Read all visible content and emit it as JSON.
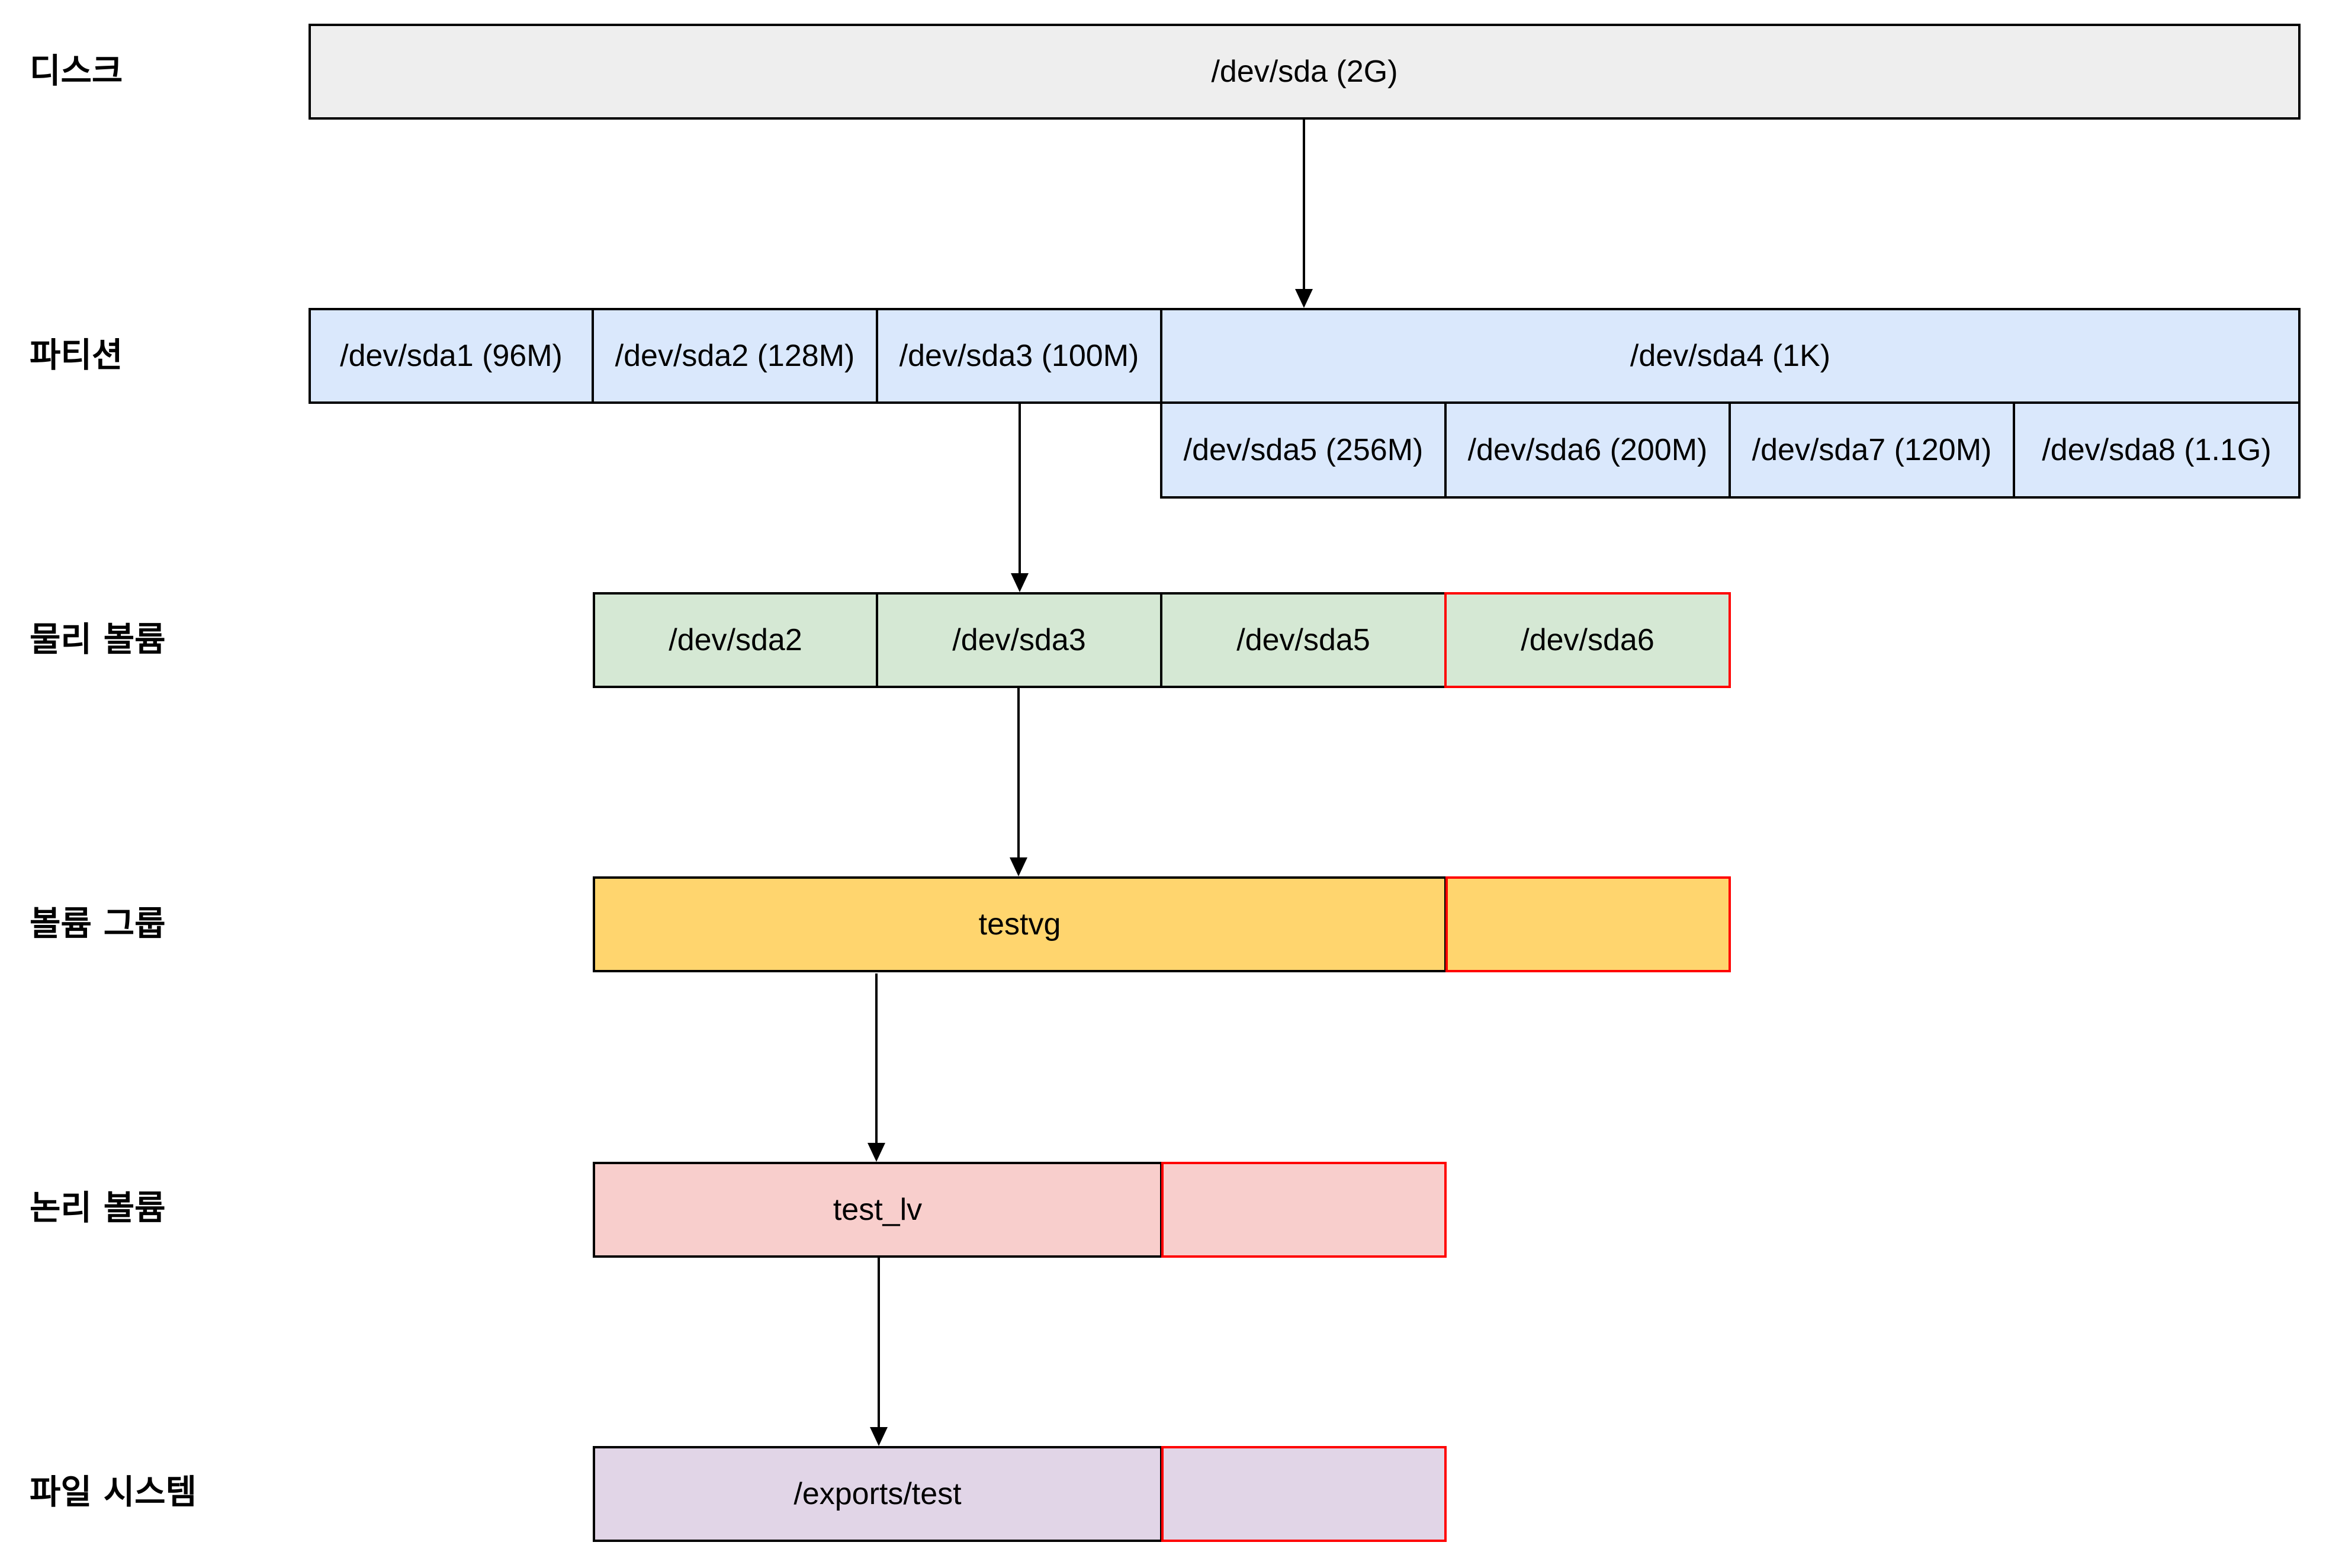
{
  "labels": {
    "disk": "디스크",
    "partition": "파티션",
    "physical_volume": "물리 볼륨",
    "volume_group": "볼륨 그룹",
    "logical_volume": "논리 볼륨",
    "file_system": "파일 시스템"
  },
  "disk": {
    "name": "/dev/sda (2G)"
  },
  "partitions": {
    "primary": [
      "/dev/sda1 (96M)",
      "/dev/sda2 (128M)",
      "/dev/sda3 (100M)",
      "/dev/sda4 (1K)"
    ],
    "logical": [
      "/dev/sda5 (256M)",
      "/dev/sda6 (200M)",
      "/dev/sda7 (120M)",
      "/dev/sda8 (1.1G)"
    ]
  },
  "physical_volumes": [
    "/dev/sda2",
    "/dev/sda3",
    "/dev/sda5",
    "/dev/sda6"
  ],
  "volume_group": {
    "name": "testvg"
  },
  "logical_volume": {
    "name": "test_lv"
  },
  "file_system": {
    "name": "/exports/test"
  },
  "colors": {
    "disk": "#eeeeee",
    "partition": "#dae8fc",
    "physical_volume": "#d5e8d4",
    "volume_group": "#ffd56e",
    "logical_volume": "#f8cecc",
    "file_system": "#e1d5e7",
    "highlight_border": "#ff0000"
  }
}
